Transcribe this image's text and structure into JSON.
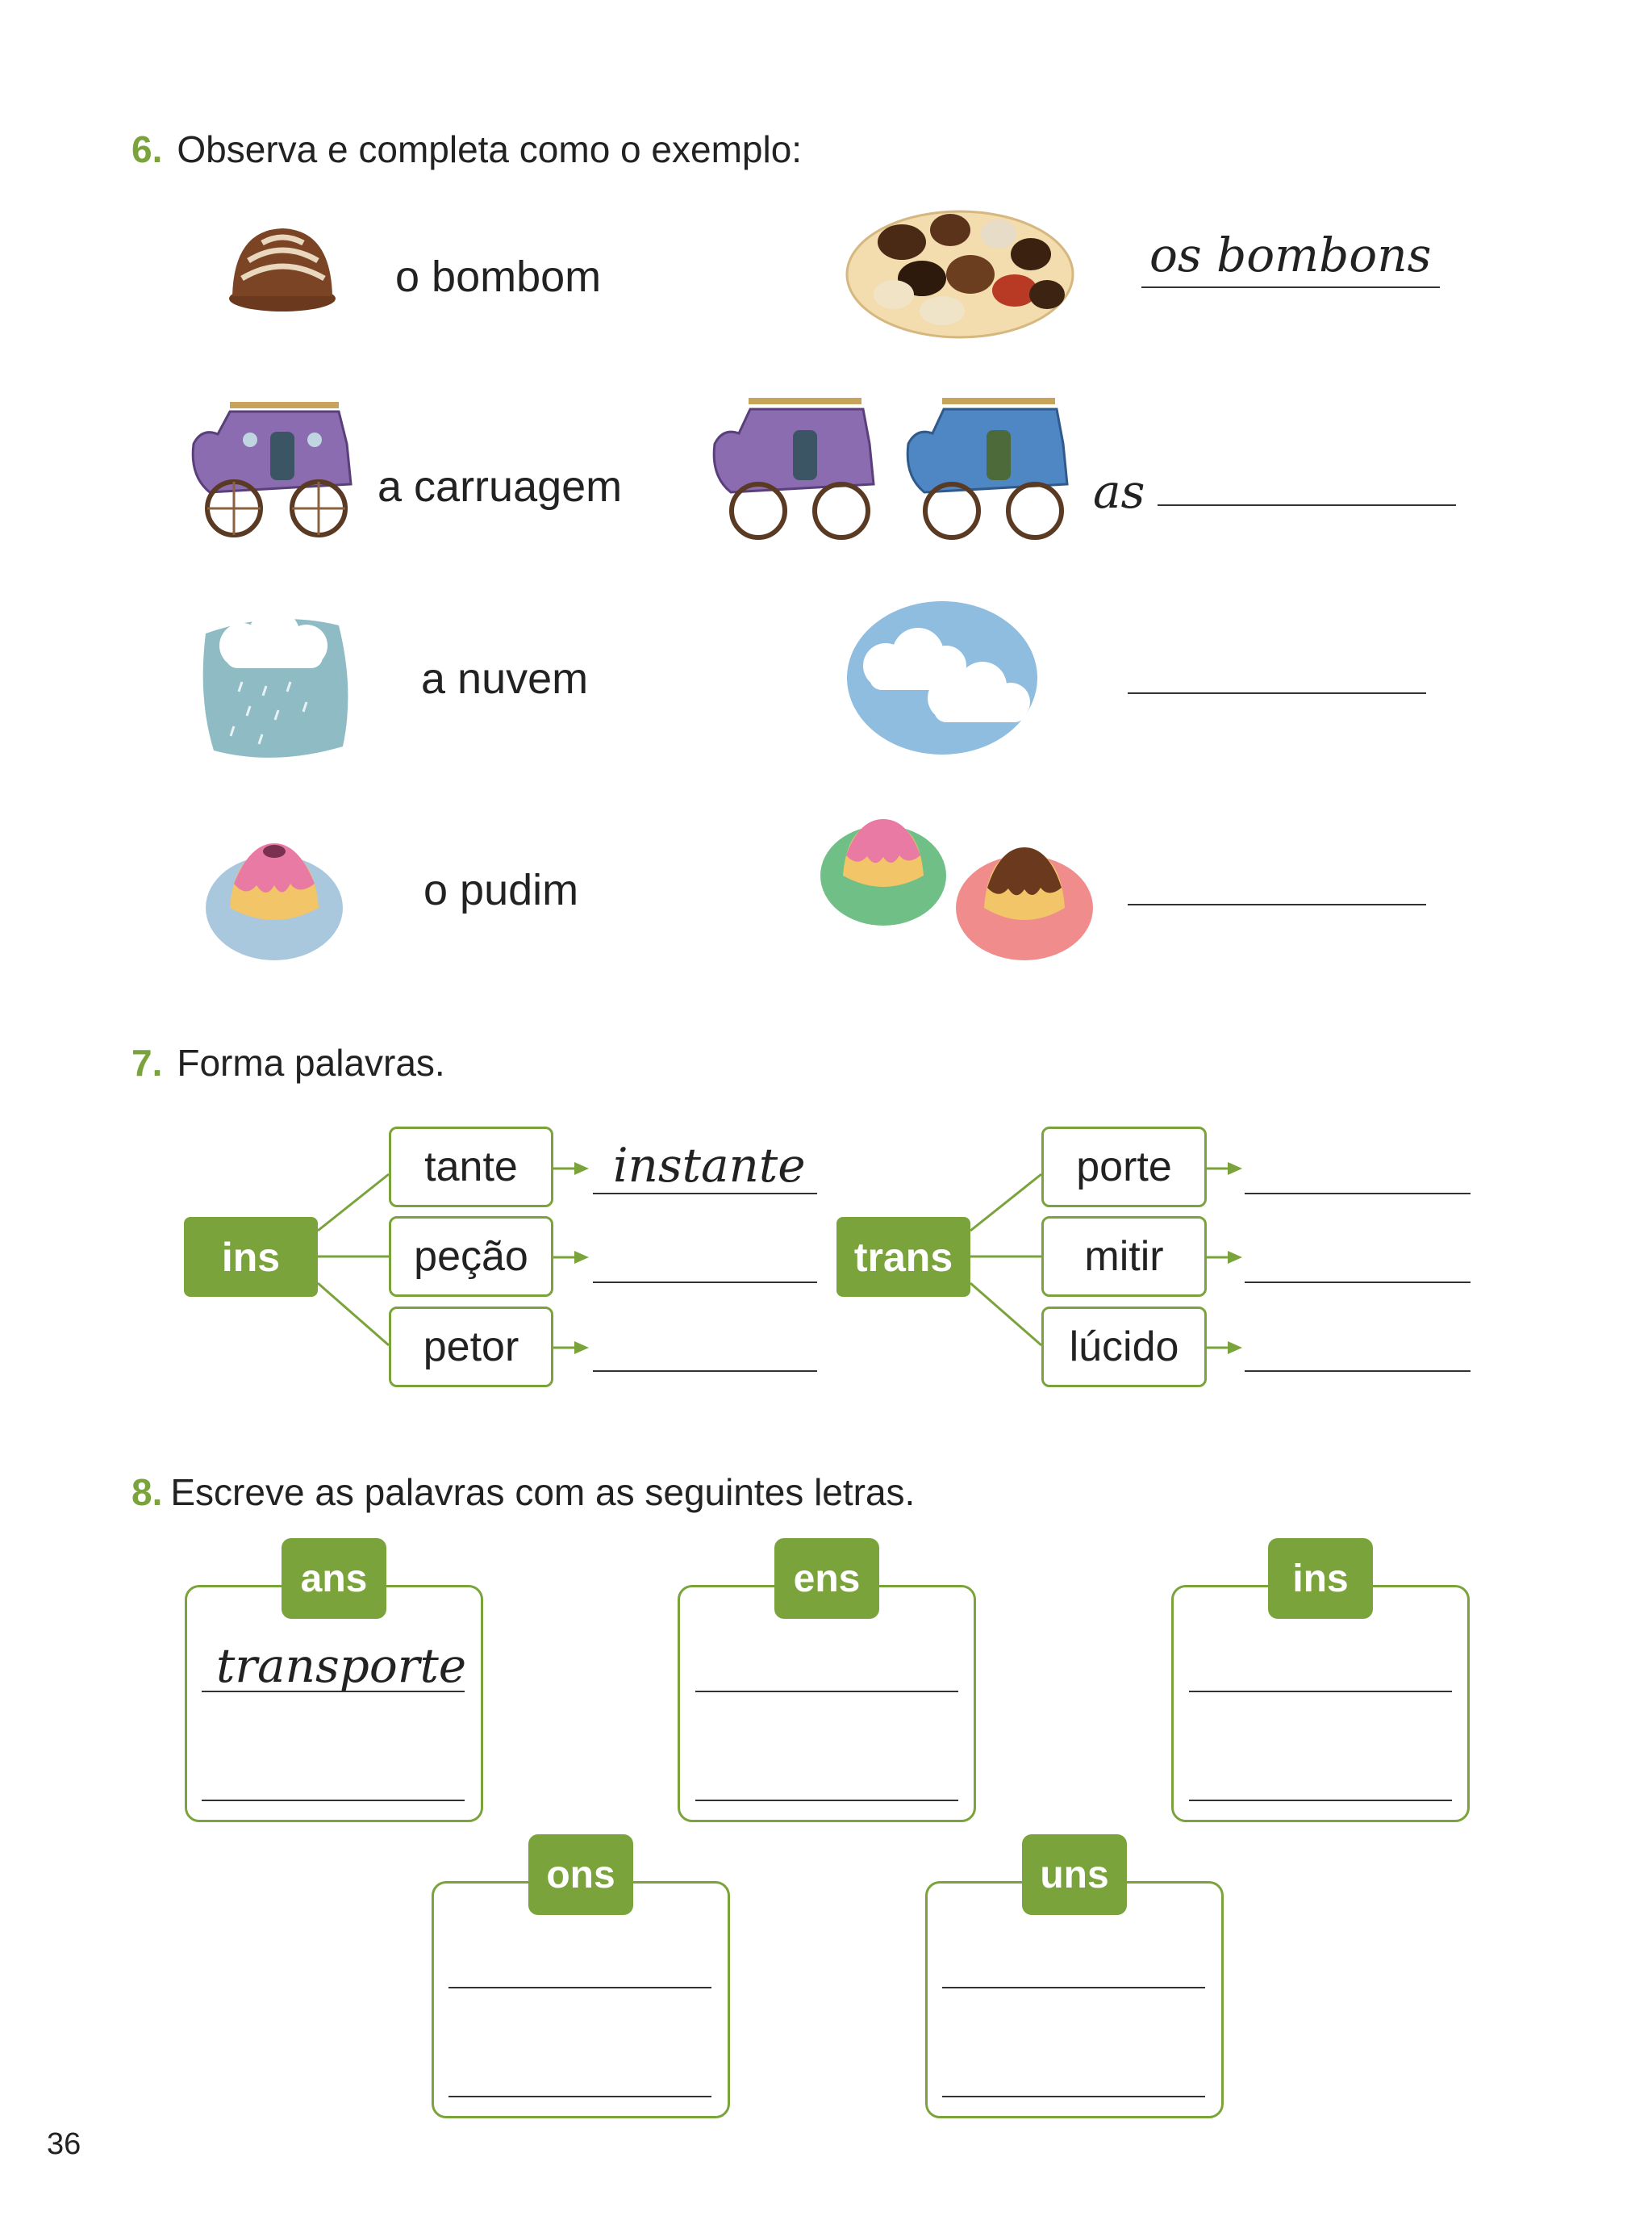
{
  "page_number": "36",
  "ex6": {
    "number": "6.",
    "title": "Observa e completa como o exemplo:",
    "rows": [
      {
        "singular": "o bombom",
        "plural_answer": "os bombons",
        "icon": "bonbon-icon",
        "plural_icon": "bonbons-plate-icon"
      },
      {
        "singular": "a carruagem",
        "plural_prefix": "as",
        "icon": "carriage-icon",
        "plural_icon": "carriages-icon"
      },
      {
        "singular": "a nuvem",
        "icon": "cloud-icon",
        "plural_icon": "clouds-icon"
      },
      {
        "singular": "o pudim",
        "icon": "pudding-icon",
        "plural_icon": "puddings-icon"
      }
    ]
  },
  "ex7": {
    "number": "7.",
    "title": "Forma palavras.",
    "groups": [
      {
        "prefix": "ins",
        "suffixes": [
          "tante",
          "peção",
          "petor"
        ],
        "answers": [
          "instante",
          "",
          ""
        ]
      },
      {
        "prefix": "trans",
        "suffixes": [
          "porte",
          "mitir",
          "lúcido"
        ],
        "answers": [
          "",
          "",
          ""
        ]
      }
    ]
  },
  "ex8": {
    "number": "8.",
    "title": "Escreve as palavras com as seguintes letras.",
    "boxes": [
      {
        "label": "ans",
        "answer": "transporte"
      },
      {
        "label": "ens",
        "answer": ""
      },
      {
        "label": "ins",
        "answer": ""
      },
      {
        "label": "ons",
        "answer": ""
      },
      {
        "label": "uns",
        "answer": ""
      }
    ]
  },
  "colors": {
    "accent": "#7aa43b"
  }
}
